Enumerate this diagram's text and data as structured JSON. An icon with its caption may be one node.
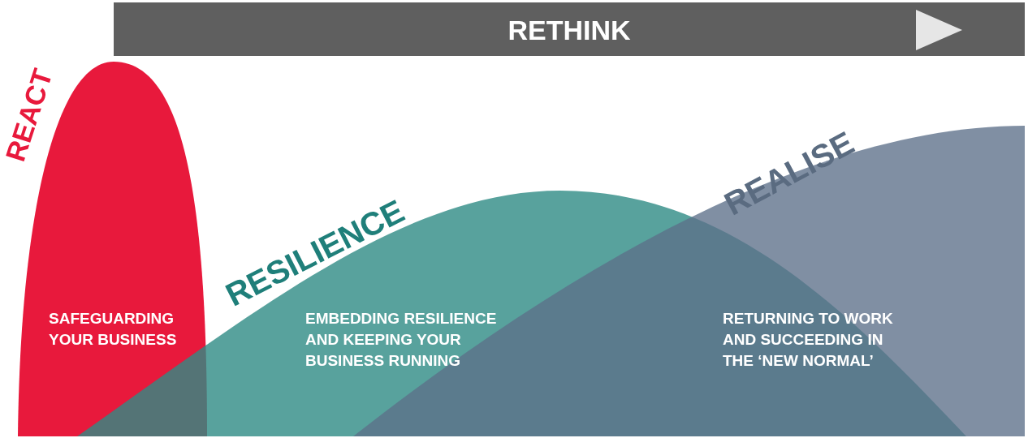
{
  "diagram": {
    "nodes": [
      {
        "text": [
          "RETHINK"
        ]
      },
      {
        "text": [
          "REACT",
          "SAFEGUARDING YOUR BUSINESS"
        ]
      },
      {
        "text": [
          "RESILIENCE",
          "EMBEDDING RESILIENCE AND KEEPING YOUR BUSINESS RUNNING"
        ]
      },
      {
        "text": [
          "REALISE",
          "RETURNING TO WORK AND SUCCEEDING IN THE ‘NEW NORMAL’"
        ]
      }
    ],
    "edges": []
  }
}
